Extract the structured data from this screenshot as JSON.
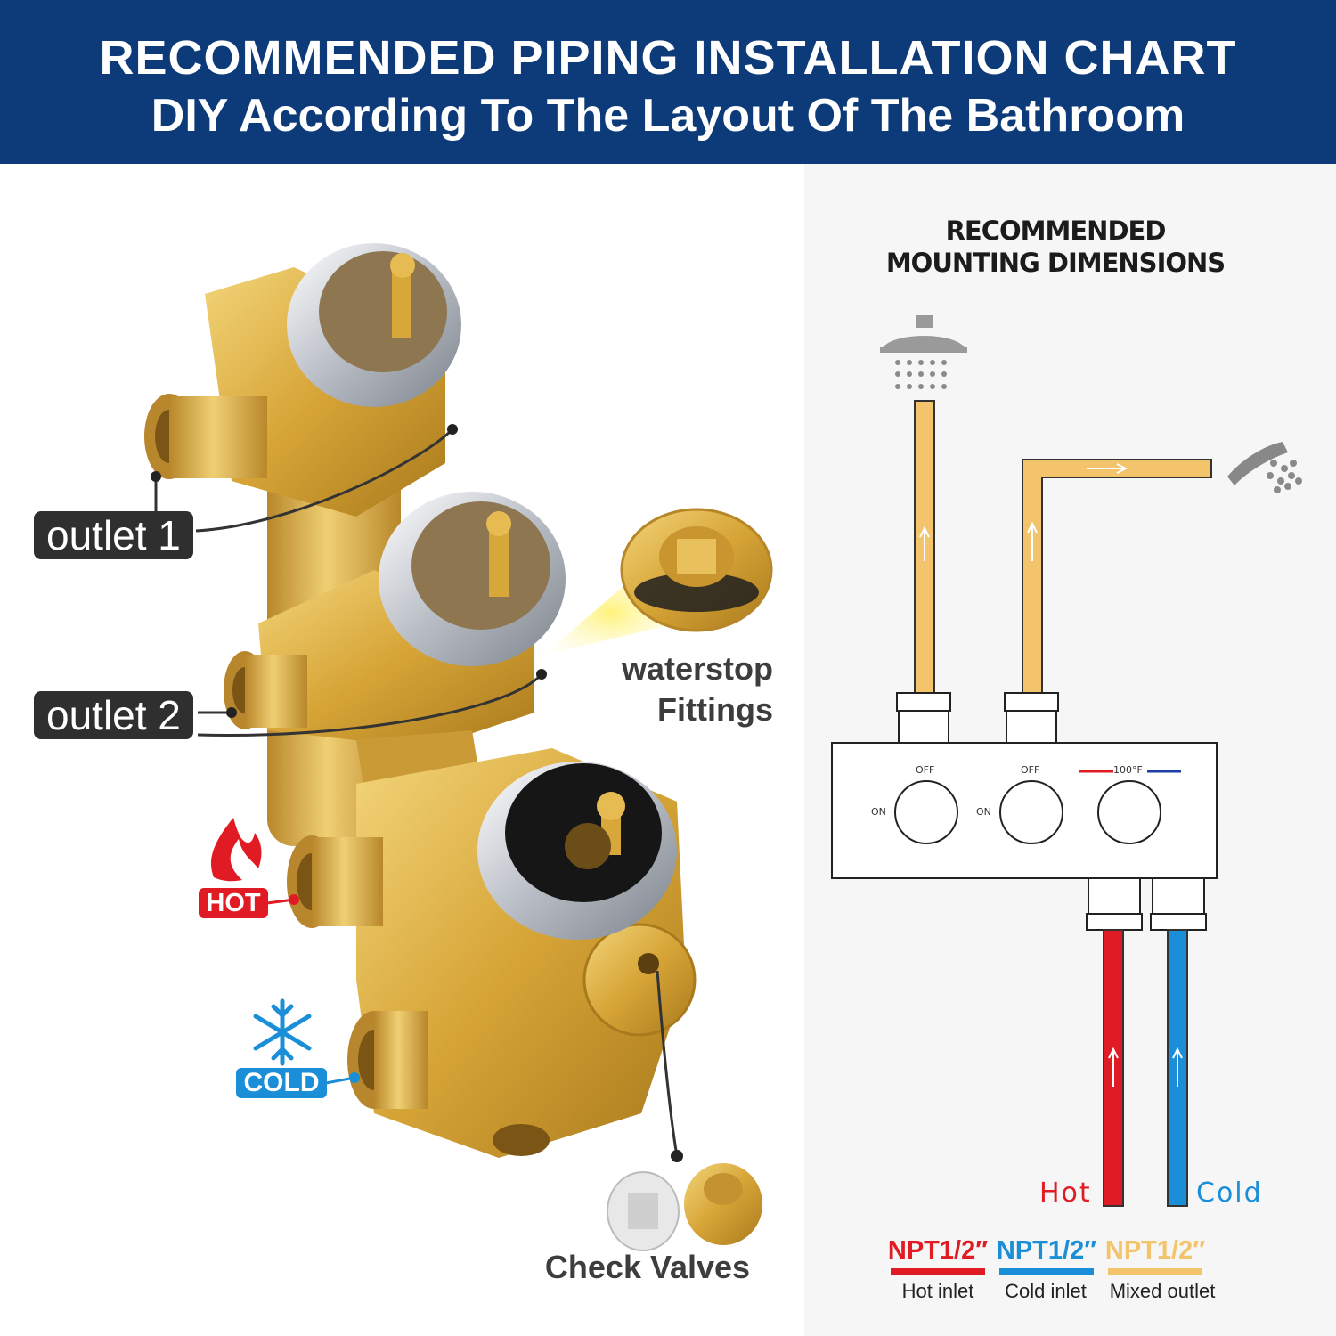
{
  "header": {
    "title": "RECOMMENDED PIPING INSTALLATION CHART",
    "subtitle": "DIY According To The Layout Of The Bathroom"
  },
  "left": {
    "outlet1": "outlet 1",
    "outlet2": "outlet 2",
    "hot": "HOT",
    "cold": "COLD",
    "waterstop_line1": "waterstop",
    "waterstop_line2": "Fittings",
    "check_valves": "Check Valves"
  },
  "diagram": {
    "title_line1": "RECOMMENDED",
    "title_line2": "MOUNTING DIMENSIONS",
    "off1": "OFF",
    "off2": "OFF",
    "on1": "ON",
    "on2": "ON",
    "temp": "100°F",
    "hot_label": "Hot",
    "cold_label": "Cold"
  },
  "legend": [
    {
      "npt": "NPT1/2″",
      "desc": "Hot inlet",
      "color": "#e01b24"
    },
    {
      "npt": "NPT1/2″",
      "desc": "Cold inlet",
      "color": "#1a8fd8"
    },
    {
      "npt": "NPT1/2″",
      "desc": "Mixed outlet",
      "color": "#f3c46b"
    }
  ],
  "colors": {
    "header_bg": "#0d3a78",
    "brass": "#d8a73a",
    "chrome": "#c9cdd3",
    "pipe_mixed": "#f3c46b",
    "pipe_hot": "#e01b24",
    "pipe_cold": "#1a8fd8"
  }
}
